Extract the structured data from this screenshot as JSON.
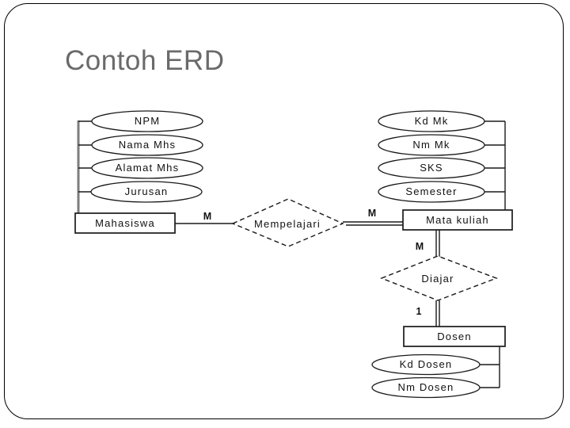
{
  "slide": {
    "title": "Contoh ERD"
  },
  "erd": {
    "entities": {
      "mahasiswa": {
        "label": "Mahasiswa",
        "attributes": [
          "NPM",
          "Nama Mhs",
          "Alamat Mhs",
          "Jurusan"
        ]
      },
      "mata_kuliah": {
        "label": "Mata kuliah",
        "attributes": [
          "Kd Mk",
          "Nm Mk",
          "SKS",
          "Semester"
        ]
      },
      "dosen": {
        "label": "Dosen",
        "attributes": [
          "Kd Dosen",
          "Nm Dosen"
        ]
      }
    },
    "relations": {
      "mempelajari": {
        "label": "Mempelajari",
        "left_cardinality": "M",
        "right_cardinality": "M"
      },
      "diajar": {
        "label": "Diajar",
        "top_cardinality": "M",
        "bottom_cardinality": "1"
      }
    },
    "colors": {
      "line": "#1a1a1a",
      "title": "#6a6a6a",
      "attribute_rail": "#7d7d7d",
      "background": "#ffffff"
    }
  }
}
